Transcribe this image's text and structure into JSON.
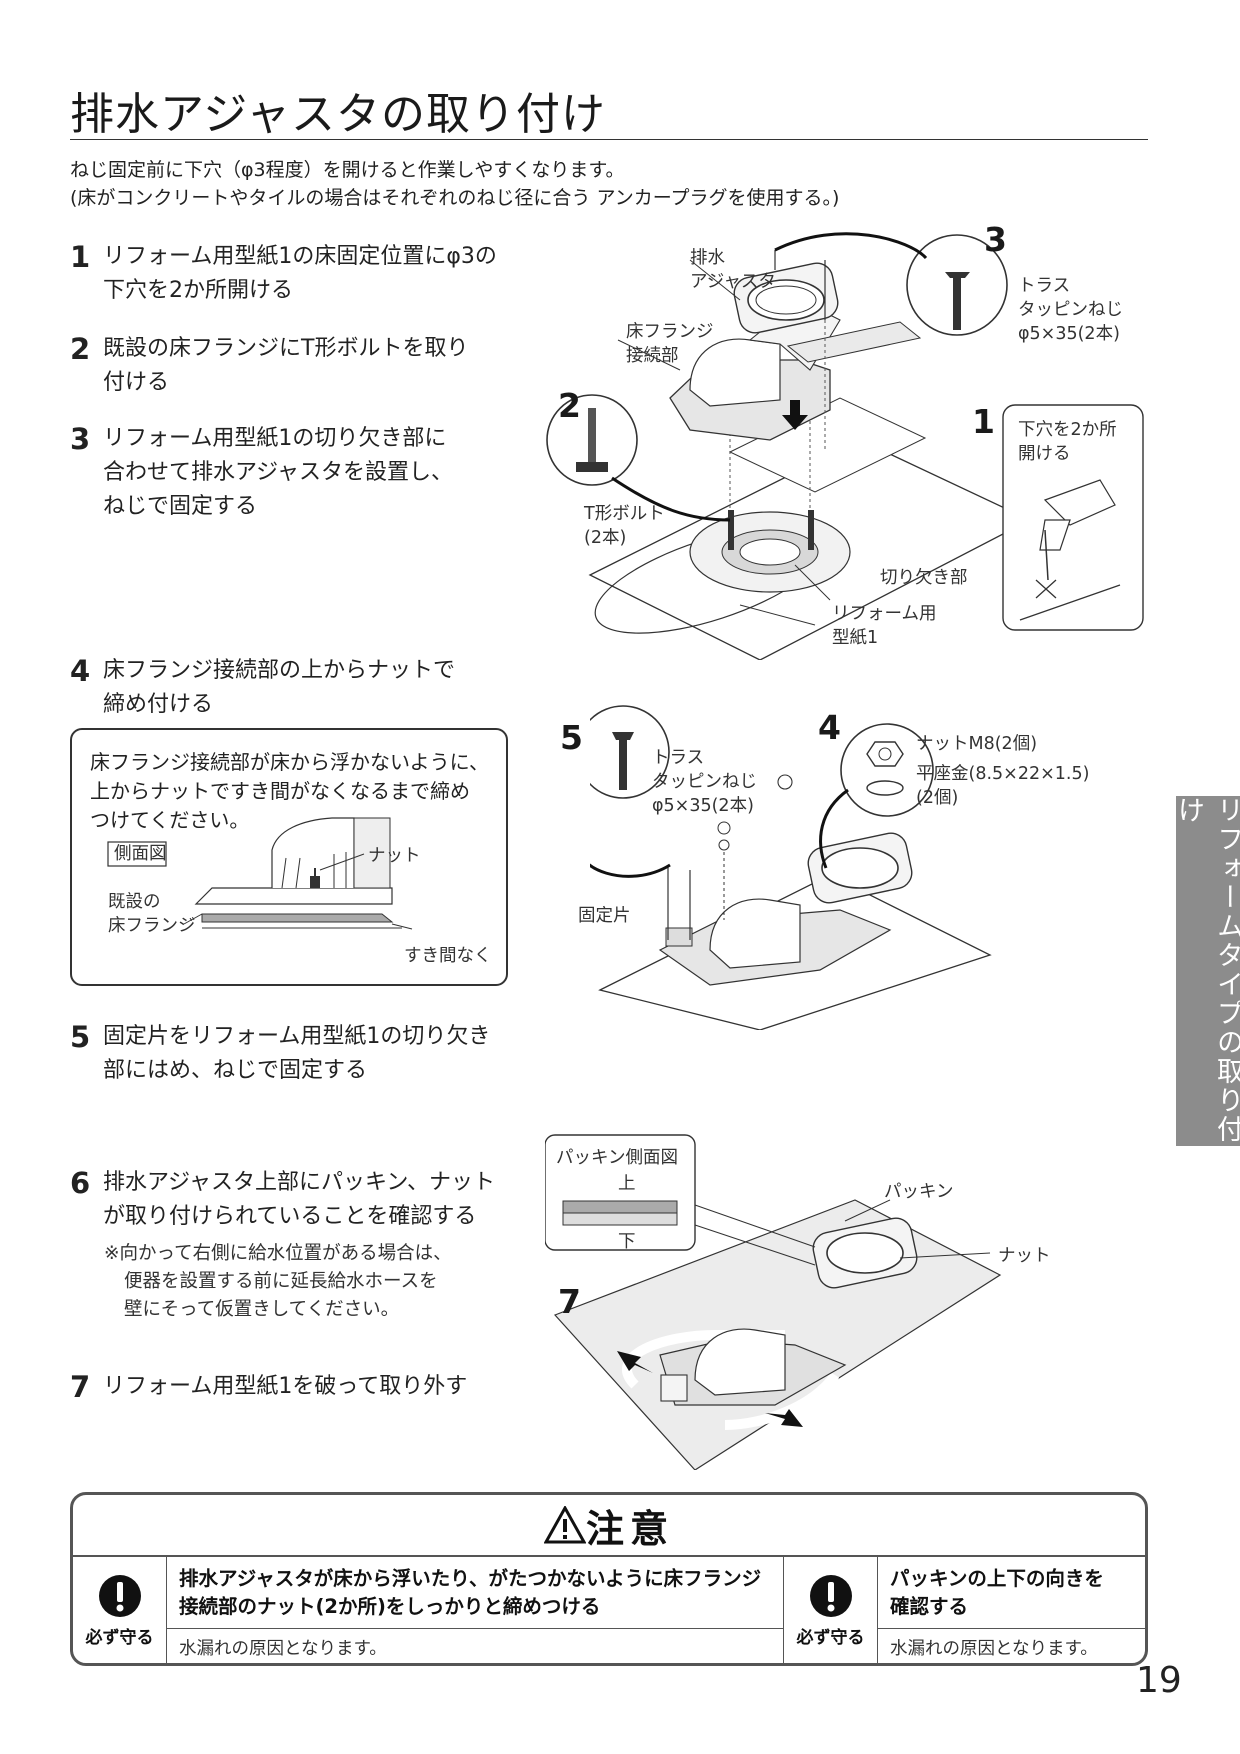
{
  "page": {
    "title": "排水アジャスタの取り付け",
    "intro": [
      "ねじ固定前に下穴（φ3程度）を開けると作業しやすくなります。",
      "(床がコンクリートやタイルの場合はそれぞれのねじ径に合う アンカープラグを使用する。)"
    ],
    "page_number": "19",
    "side_tab": "リフォームタイプの取り付け"
  },
  "steps": [
    {
      "num": "1",
      "lines": [
        "リフォーム用型紙1の床固定位置にφ3の",
        "下穴を2か所開ける"
      ]
    },
    {
      "num": "2",
      "lines": [
        "既設の床フランジにT形ボルトを取り",
        "付ける"
      ]
    },
    {
      "num": "3",
      "lines": [
        "リフォーム用型紙1の切り欠き部に",
        "合わせて排水アジャスタを設置し、",
        "ねじで固定する"
      ]
    },
    {
      "num": "4",
      "lines": [
        "床フランジ接続部の上からナットで",
        "締め付ける"
      ]
    },
    {
      "num": "5",
      "lines": [
        "固定片をリフォーム用型紙1の切り欠き",
        "部にはめ、ねじで固定する"
      ]
    },
    {
      "num": "6",
      "lines": [
        "排水アジャスタ上部にパッキン、ナット",
        "が取り付けられていることを確認する"
      ]
    },
    {
      "num": "7",
      "lines": [
        "リフォーム用型紙1を破って取り外す"
      ]
    }
  ],
  "step6_note": [
    "※向かって右側に給水位置がある場合は、",
    "便器を設置する前に延長給水ホースを",
    "壁にそって仮置きしてください。"
  ],
  "callout": {
    "text": [
      "床フランジ接続部が床から浮かないように、",
      "上からナットですき間がなくなるまで締め",
      "つけてください。"
    ],
    "view_label": "側面図",
    "label_existing": [
      "既設の",
      "床フランジ"
    ],
    "label_nut": "ナット",
    "label_gap": "すき間なく"
  },
  "figure1": {
    "num_3": "3",
    "num_2": "2",
    "num_1": "1",
    "label_adjuster": [
      "排水",
      "アジャスタ"
    ],
    "label_flange": [
      "床フランジ",
      "接続部"
    ],
    "label_screw": [
      "トラス",
      "タッピンねじ",
      "φ5×35(2本)"
    ],
    "label_drill": [
      "下穴を2か所",
      "開ける"
    ],
    "label_tbolt": [
      "T形ボルト",
      "(2本)"
    ],
    "label_notch": "切り欠き部",
    "label_template": [
      "リフォーム用",
      "型紙1"
    ]
  },
  "figure2": {
    "num_5": "5",
    "num_4": "4",
    "label_screw": [
      "トラス",
      "タッピンねじ",
      "φ5×35(2本)"
    ],
    "label_nut": "ナットM8(2個)",
    "label_washer": [
      "平座金(8.5×22×1.5)",
      "(2個)"
    ],
    "label_fixer": "固定片"
  },
  "figure3": {
    "num_7": "7",
    "box_title": "パッキン側面図",
    "label_up": "上",
    "label_down": "下",
    "label_packing": "パッキン",
    "label_nut": "ナット"
  },
  "caution": {
    "title": "注意",
    "items": [
      {
        "icon": "exclamation",
        "must": "必ず守る",
        "head": [
          "排水アジャスタが床から浮いたり、がたつかないように床フランジ",
          "接続部のナット(2か所)をしっかりと締めつける"
        ],
        "sub": "水漏れの原因となります。"
      },
      {
        "icon": "exclamation",
        "must": "必ず守る",
        "head": [
          "パッキンの上下の向きを",
          "確認する"
        ],
        "sub": "水漏れの原因となります。"
      }
    ]
  },
  "colors": {
    "tab": "#8c8c8c",
    "line": "#333333",
    "fill_light": "#e6e6e6",
    "fill_mid": "#bdbdbd"
  }
}
